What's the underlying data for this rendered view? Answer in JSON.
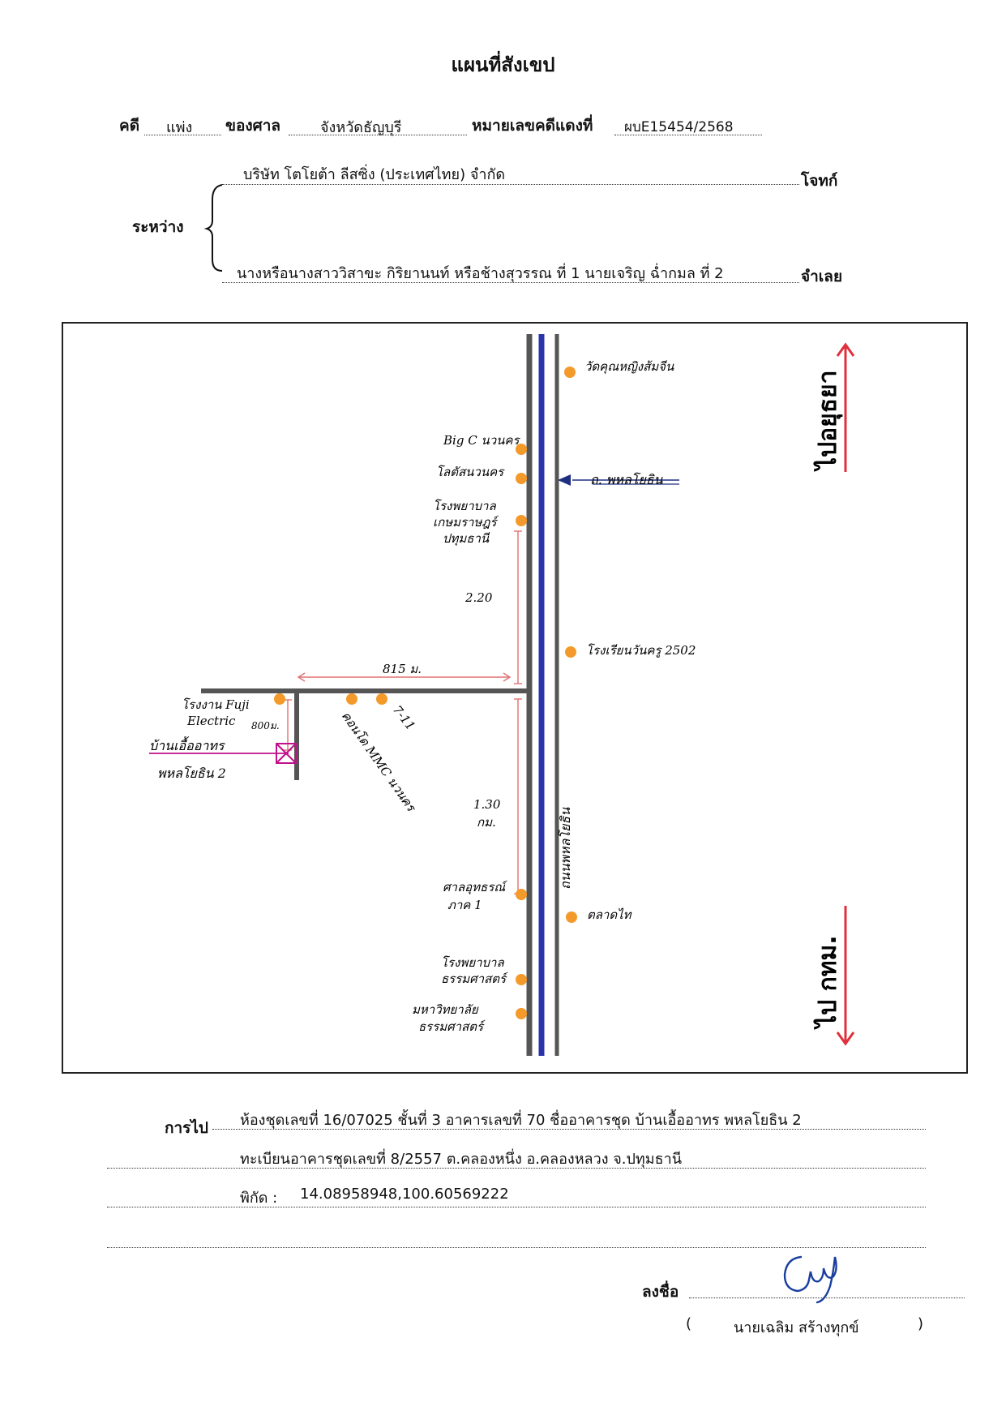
{
  "header": {
    "title": "แผนที่สังเขป",
    "case_label": "คดี",
    "case_type": "แพ่ง",
    "court_label": "ของศาล",
    "court_name": "จังหวัดธัญบุรี",
    "case_no_label": "หมายเลขคดีแดงที่",
    "case_no": "ผบE15454/2568"
  },
  "parties": {
    "between_label": "ระหว่าง",
    "plaintiff": "บริษัท โตโยต้า ลีสซิ่ง (ประเทศไทย) จำกัด",
    "plaintiff_label": "โจทก์",
    "defendant": "นางหรือนางสาววิสาขะ กิริยานนท์ หรือช้างสุวรรณ ที่ 1 นายเจริญ ฉ่ำกมล ที่ 2",
    "defendant_label": "จำเลย"
  },
  "map": {
    "north_direction": "ไปอยุธยา",
    "south_direction": "ไป กทม.",
    "road_pointer": "ถ. พหลโยธิน",
    "highway_label": "ถนนพหลโยธิน",
    "target_line1": "บ้านเอื้ออาทร",
    "target_line2": "พหลโยธิน 2",
    "distances": {
      "lane": "815 ม.",
      "side": "800ม.",
      "upper": "2.20",
      "lower": "1.30",
      "lower_unit": "กม."
    },
    "landmarks": {
      "wat": "วัดคุณหญิงส้มจีน",
      "bigc": "Big C นวนคร",
      "lotus": "โลตัสนวนคร",
      "hosp1": "โรงพยาบาล",
      "hosp2": "เกษมราษฎร์",
      "hosp3": "ปทุมธานี",
      "school": "โรงเรียนวันครู 2502",
      "fuji1": "โรงงาน Fuji",
      "fuji2": "Electric",
      "seven": "7-11",
      "condo": "คอนโด MMC นวนคร",
      "court1": "ศาลอุทธรณ์",
      "court2": "ภาค 1",
      "market": "ตลาดไท",
      "tuhosp1": "โรงพยาบาล",
      "tuhosp2": "ธรรมศาสตร์",
      "tu1": "มหาวิทยาลัย",
      "tu2": "ธรรมศาสตร์"
    }
  },
  "directions": {
    "label": "การไป",
    "line1": "ห้องชุดเลขที่ 16/07025  ชั้นที่  3  อาคารเลขที่ 70  ชื่ออาคารชุด บ้านเอื้ออาทร พหลโยธิน 2",
    "line2": "ทะเบียนอาคารชุดเลขที่ 8/2557 ต.คลองหนึ่ง อ.คลองหลวง จ.ปทุมธานี",
    "coords_label": "พิกัด :",
    "coords": "14.08958948,100.60569222"
  },
  "signature": {
    "label": "ลงชื่อ",
    "open_paren": "(",
    "name": "นายเฉลิม  สร้างทุกข์",
    "close_paren": ")"
  },
  "colors": {
    "road_gray": "#555555",
    "road_blue": "#2b33a8",
    "marker_orange": "#f39a2a",
    "pink": "#c0108a",
    "dest_red": "#e0303c",
    "measure_red": "#e07070",
    "ink_blue": "#1f2f80"
  }
}
